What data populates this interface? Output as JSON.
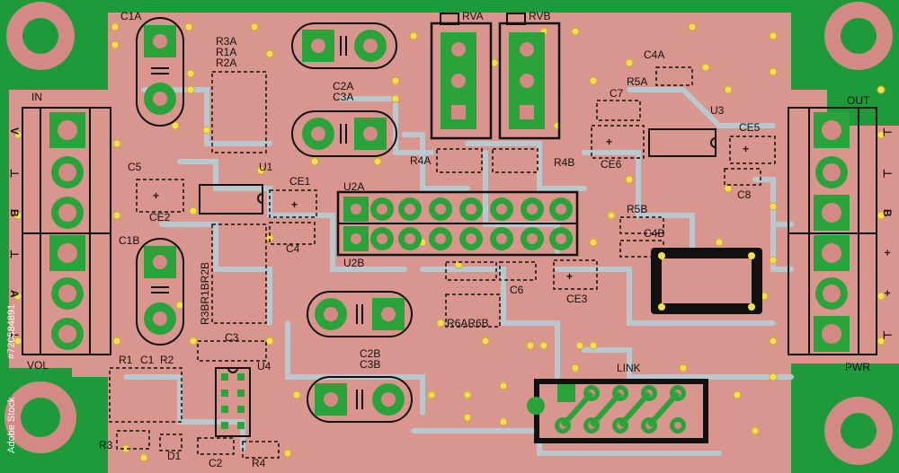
{
  "board": {
    "colors": {
      "pcb_green": "#1f9a3a",
      "copper_pink": "#d9968e",
      "trace_gray": "#b9c7cf",
      "pad_green": "#2aa33b",
      "via_yellow": "#f3e04a",
      "silkscreen": "#111111",
      "mount_hole": "#d38a85"
    },
    "connector_labels": {
      "in": "IN",
      "vol": "VOL",
      "out": "OUT",
      "pwr": "PWR",
      "link": "LINK",
      "in_pins": [
        "V",
        "⊥",
        "B",
        "⊥",
        "A",
        "⊥"
      ],
      "out_pins": [
        "⊥",
        "⊥",
        "B",
        "+",
        "+",
        "⊥"
      ]
    },
    "components": {
      "c1a": "C1A",
      "c1b": "C1B",
      "r3a_r1a_r2a": [
        "R3A",
        "R1A",
        "R2A"
      ],
      "c2a": "C2A",
      "c3a": "C3A",
      "c2b": "C2B",
      "c3b": "C3B",
      "rva": "RVA",
      "rvb": "RVB",
      "c4a": "C4A",
      "r5a": "R5A",
      "c7": "C7",
      "u3": "U3",
      "ce5": "CE5",
      "ce6": "CE6",
      "c8": "C8",
      "c5": "C5",
      "ce2": "CE2",
      "u1": "U1",
      "ce1": "CE1",
      "c4": "C4",
      "u2a": "U2A",
      "u2b": "U2B",
      "r4a": "R4A",
      "r4b": "R4B",
      "r5b": "R5B",
      "c4b": "C4B",
      "c6": "C6",
      "ce3": "CE3",
      "r6a_r6b": "R6AR6B",
      "r3b_r1b_r2b": "R3BR1BR2B",
      "c3": "C3",
      "u4": "U4",
      "r1": "R1",
      "c1": "C1",
      "r2": "R2",
      "r3": "R3",
      "d1": "D1",
      "c2": "C2",
      "r4": "R4"
    },
    "watermark": {
      "stock_text": "Adobe Stock",
      "id_text": "#720584891"
    }
  }
}
